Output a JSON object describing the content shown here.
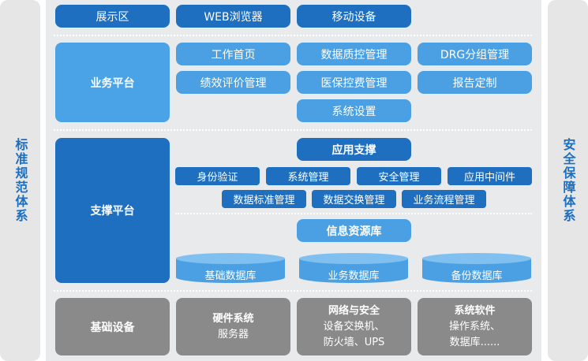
{
  "left_label": "标准规范体系",
  "right_label": "安全保障体系",
  "display_row": [
    "展示区",
    "WEB浏览器",
    "移动设备"
  ],
  "business": {
    "title": "业务平台",
    "items": [
      "工作首页",
      "数据质控管理",
      "DRG分组管理",
      "绩效评价管理",
      "医保控费管理",
      "报告定制",
      "系统设置"
    ]
  },
  "support": {
    "title": "支撑平台",
    "app_support": "应用支撑",
    "row1": [
      "身份验证",
      "系统管理",
      "安全管理",
      "应用中间件"
    ],
    "row2": [
      "数据标准管理",
      "数据交换管理",
      "业务流程管理"
    ],
    "info_db": "信息资源库",
    "databases": [
      "基础数据库",
      "业务数据库",
      "备份数据库"
    ]
  },
  "infra": {
    "title": "基础设备",
    "items": [
      {
        "title": "硬件系统",
        "lines": [
          "服务器"
        ]
      },
      {
        "title": "网络与安全",
        "lines": [
          "设备交换机、",
          "防火墙、UPS"
        ]
      },
      {
        "title": "系统软件",
        "lines": [
          "操作系统、",
          "数据库......"
        ]
      }
    ]
  },
  "colors": {
    "dark_blue": "#1f6fc0",
    "light_blue": "#4aa3e6",
    "gray": "#8a8a8a",
    "side_text": "#1a6fc2"
  }
}
